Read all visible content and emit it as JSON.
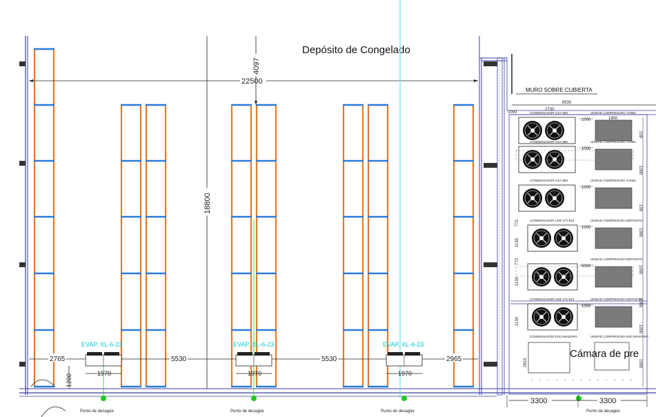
{
  "title": "Depósito de Congelado",
  "dims": {
    "width_total": "22500",
    "height_total": "18800",
    "top_gap": "4097",
    "left_margin": "2765",
    "aisle_1": "5530",
    "aisle_2": "5530",
    "right_margin": "2965",
    "evap_width_1": "1970",
    "evap_width_2": "1970",
    "evap_width_3": "1970",
    "evap_height": "1200",
    "machine_room_1": "3300",
    "machine_room_2": "3300"
  },
  "evaporators": [
    {
      "label": "EVAP. XL-6-23"
    },
    {
      "label": "EVAP. XL-6-23"
    },
    {
      "label": "EVAP. XL-6-23"
    }
  ],
  "drains": [
    {
      "label": "Punto de desagüe"
    },
    {
      "label": "Punto de desagüe"
    },
    {
      "label": "Punto de desagüe"
    },
    {
      "label": "Punto de desagüe"
    }
  ],
  "machine_room": {
    "roof_wall": "MURO SOBRE CUBIERTA",
    "width": "6530",
    "depth": "1000",
    "room_label": "Cámara de pre",
    "units": [
      {
        "condenser": "CONDENSADOR CXA-880",
        "unit": "UNIDAD COMPRESORA TUNEL",
        "dim_a": "2730",
        "dim_b": "1000",
        "dim_c": "1800"
      },
      {
        "condenser": "CONDENSADOR CXA-880",
        "unit": "UNIDAD COMPRESORA TUNEL",
        "dim_b": "1000"
      },
      {
        "condenser": "CONDENSADOR CXA-880",
        "unit": "UNIDAD COMPRESORA TUNEL",
        "dim_b": "1000"
      },
      {
        "condenser": "CONDENSADOR CMF 271-810",
        "unit": "UNIDAD COMPRESORA DEPOSITO",
        "dim_b": "1000",
        "side_a": "772",
        "side_b": "1130"
      },
      {
        "condenser": "",
        "unit": "UNIDAD COMPRESORA DEPOSITO",
        "dim_b": "5000",
        "side_a": "772",
        "side_b": "1130"
      },
      {
        "condenser": "CONDENSADOR CMF 271-810",
        "unit": "UNIDAD COMPRESORA DEPOSITO",
        "dim_b": "1000",
        "side_b": "1130"
      },
      {
        "condenser": "CONDENSADOR ESCAMADORA",
        "unit": "UNIDAD COMPRESORA ESCAMADORA",
        "side_b": "2815"
      }
    ],
    "side_dims": [
      "109",
      "1000",
      "109",
      "1000",
      "1000",
      "1000",
      "1000",
      "1000"
    ]
  },
  "colors": {
    "rack_upright": "#e8782a",
    "rack_beam": "#2a7ad8",
    "wall": "#3a3aa8",
    "evap_text": "#00c8d8",
    "drain_point": "#22c822",
    "unit_fill": "#7a7a7a"
  }
}
